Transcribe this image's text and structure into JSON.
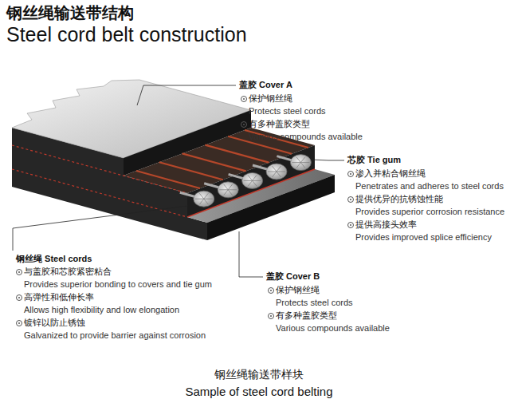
{
  "diagram": {
    "title": "钢丝绳输送带结构",
    "caption": "钢丝绳输送带样块",
    "labels": [
      "Steel cord belt construction",
      "盖胶 Cover A",
      "保护钢丝绳",
      "Protects steel cords",
      "有多种盖胶类型",
      "Various compounds available",
      "芯胶 Tie gum",
      "渗入并粘合钢丝绳",
      "Penetrates and adheres to steel cords",
      "提供优异的抗锈蚀性能",
      "Provides superior corrosion resistance",
      "提供高接头效率",
      "Provides improved splice efficiency",
      "钢丝绳 Steel cords",
      "与盖胶和芯胶紧密粘合",
      "Provides superior bonding to covers and tie gum",
      "高弹性和低伸长率",
      "Allows high flexibility and low elongation",
      "镀锌以防止锈蚀",
      "Galvanized to provide barrier against corrosion",
      "盖胶 Cover B",
      "保护钢丝绳",
      "Protects steel cords",
      "有多种盖胶类型",
      "Various compounds available",
      "Sample of steel cord belting"
    ]
  }
}
